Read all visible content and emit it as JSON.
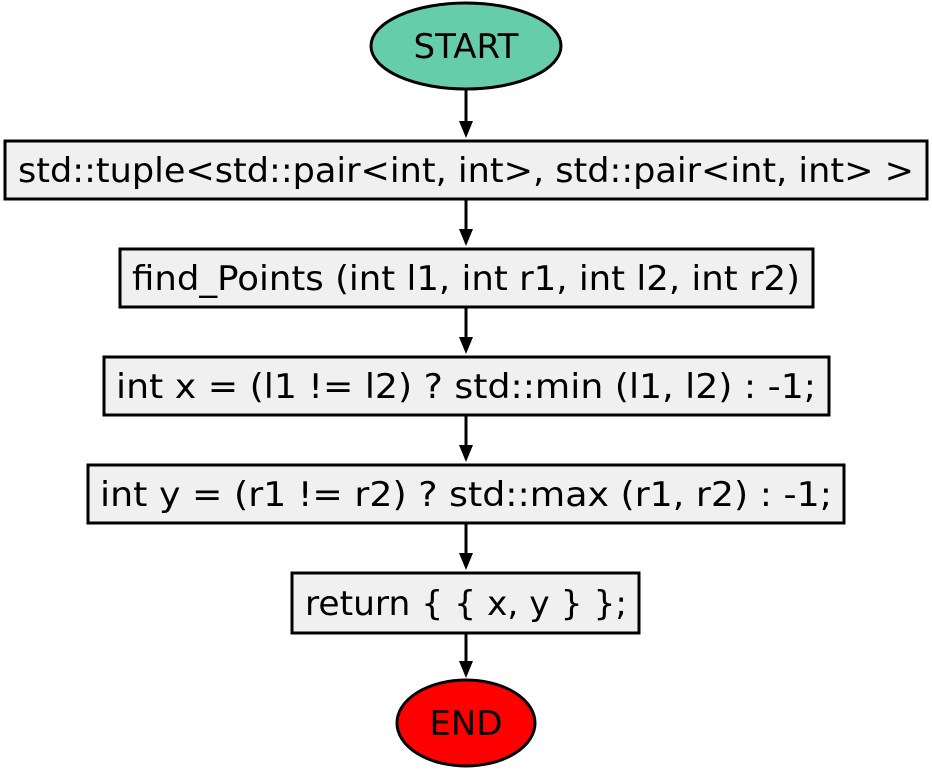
{
  "colors": {
    "start_fill": "#66cdaa",
    "end_fill": "#ff0000",
    "box_fill": "#f0f0f0",
    "stroke": "#000000"
  },
  "nodes": {
    "start": "START",
    "step1": "std::tuple<std::pair<int, int>, std::pair<int, int> >",
    "step2": "find_Points (int l1, int r1, int l2, int r2)",
    "step3": "int x = (l1 != l2) ? std::min (l1, l2) : -1;",
    "step4": "int y = (r1 != r2) ? std::max (r1, r2) : -1;",
    "step5": "return { { x, y } };",
    "end": "END"
  }
}
